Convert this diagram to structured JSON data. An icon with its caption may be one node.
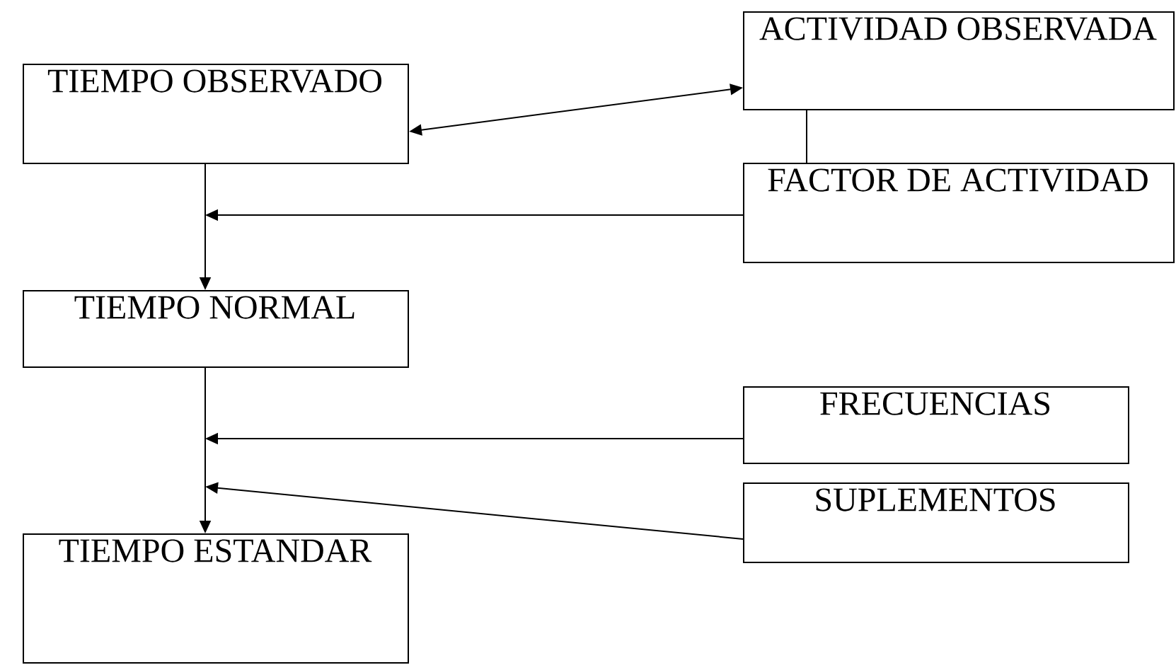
{
  "diagram": {
    "nodes": [
      {
        "text": [
          "TIEMPO OBSERVADO"
        ]
      },
      {
        "text": [
          "ACTIVIDAD OBSERVADA"
        ]
      },
      {
        "text": [
          "FACTOR DE ACTIVIDAD"
        ]
      },
      {
        "text": [
          "TIEMPO NORMAL"
        ]
      },
      {
        "text": [
          "FRECUENCIAS"
        ]
      },
      {
        "text": [
          "SUPLEMENTOS"
        ]
      },
      {
        "text": [
          "TIEMPO ESTANDAR"
        ]
      }
    ],
    "edges": [
      {
        "from": 0,
        "to": 1,
        "arrow": "both"
      },
      {
        "from": 1,
        "to": 2,
        "arrow": "none"
      },
      {
        "from": 0,
        "to": 3,
        "arrow": "to"
      },
      {
        "from": 2,
        "to": null,
        "arrow": "to"
      },
      {
        "from": 3,
        "to": 6,
        "arrow": "to"
      },
      {
        "from": 4,
        "to": null,
        "arrow": "to"
      },
      {
        "from": 5,
        "to": null,
        "arrow": "to"
      }
    ]
  }
}
